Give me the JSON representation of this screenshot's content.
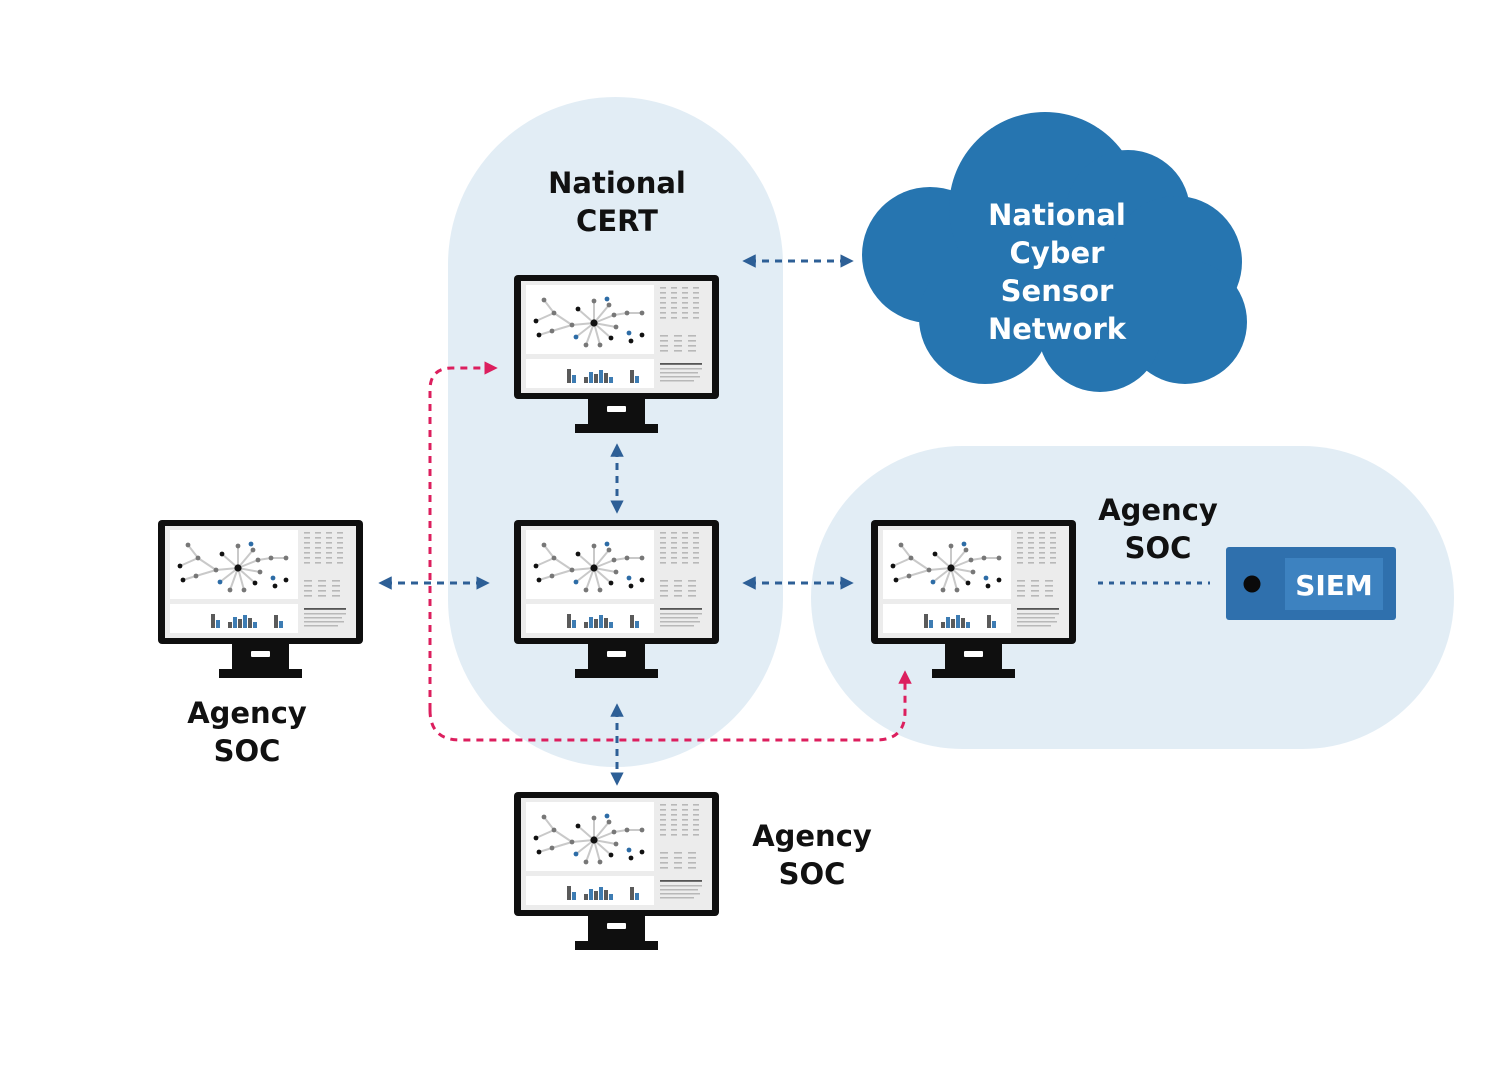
{
  "colors": {
    "zone_fill": "#e2edf5",
    "cloud_fill": "#2675b0",
    "arrow_blue": "#2d5f96",
    "arrow_red": "#dc1f5e",
    "siem_fill": "#2f70ad",
    "siem_label_bg": "#3d82c0",
    "monitor_frame": "#0f0f0f",
    "monitor_screen": "#ececec",
    "chart_blue": "#3d7cb3",
    "chart_grey": "#5a5a5a"
  },
  "labels": {
    "national_cert": {
      "line1": "National",
      "line2": "CERT"
    },
    "cloud": {
      "line1": "National",
      "line2": "Cyber",
      "line3": "Sensor",
      "line4": "Network"
    },
    "agency_left": {
      "line1": "Agency",
      "line2": "SOC"
    },
    "agency_right": {
      "line1": "Agency",
      "line2": "SOC"
    },
    "agency_bottom": {
      "line1": "Agency",
      "line2": "SOC"
    },
    "siem": "SIEM"
  },
  "icons": {
    "monitor": "monitor-icon",
    "cloud": "cloud-icon",
    "siem_device": "siem-device-icon",
    "bidirectional_arrow": "double-arrow-icon"
  }
}
